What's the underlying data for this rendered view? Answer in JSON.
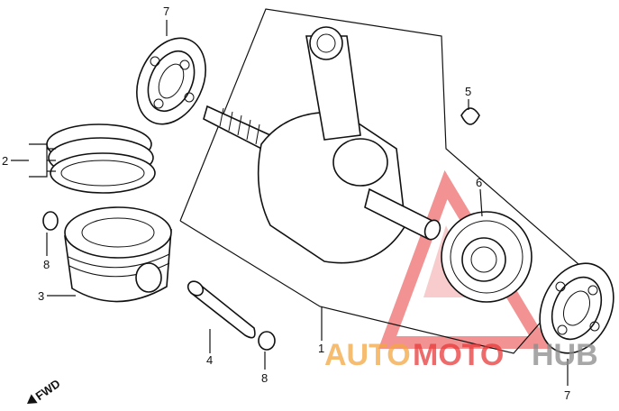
{
  "callouts": {
    "c1": "1",
    "c2": "2",
    "c3": "3",
    "c4": "4",
    "c5": "5",
    "c6": "6",
    "c7_top": "7",
    "c7_bottom": "7",
    "c8_left": "8",
    "c8_bottom": "8"
  },
  "direction_label": "FWD",
  "watermark": {
    "part1": "AUTO",
    "part2": "MOTO",
    "part3": "HUB",
    "color_red": "#e83a3a",
    "color_orange": "#f4a640",
    "color_gray": "#8a8a8a"
  }
}
